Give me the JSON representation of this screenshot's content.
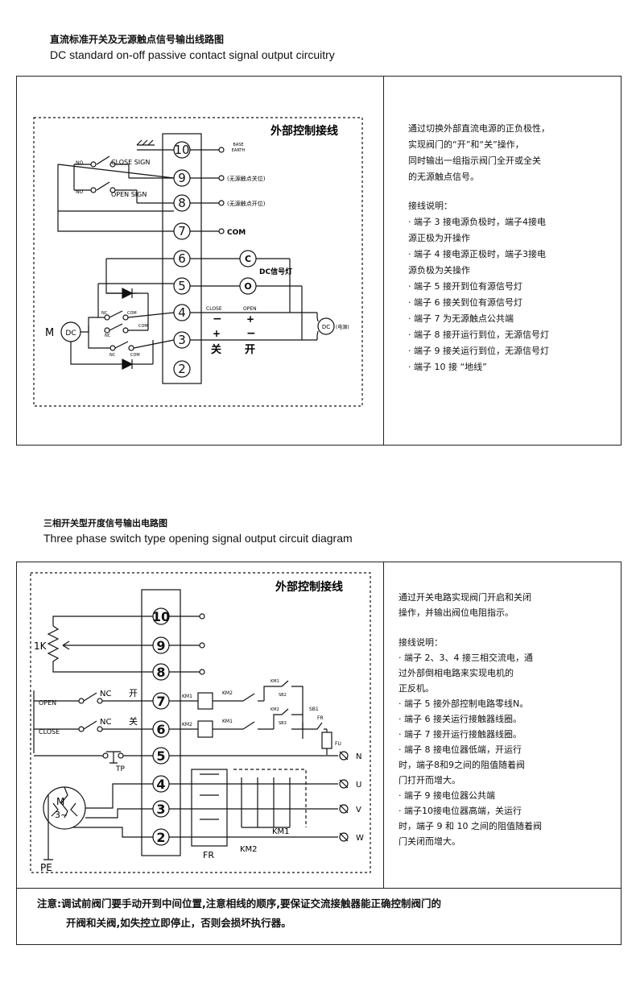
{
  "section1": {
    "title_cn": "直流标准开关及无源触点信号输出线路图",
    "title_en": "DC standard on-off passive contact signal output circuitry",
    "diagram": {
      "external_label": "外部控制接线",
      "terminals": [
        "10",
        "9",
        "8",
        "7",
        "6",
        "5",
        "4",
        "3",
        "2"
      ],
      "earth_label_top": "BASE",
      "earth_label_bottom": "EARTH",
      "close_sign": "CLOSE SIGN",
      "open_sign": "OPEN SIGN",
      "no1": "NO",
      "no2": "NO",
      "t9_note": "(无源触点关位)",
      "t8_note": "(无源触点开位)",
      "t7_note": "COM",
      "lamp_c": "C",
      "lamp_o": "O",
      "lamp_label": "DC信号灯",
      "close_label": "CLOSE",
      "open_label": "OPEN",
      "minus1": "−",
      "plus1": "+",
      "plus2": "+",
      "minus2": "−",
      "guan": "关",
      "kai": "开",
      "motor_m": "M",
      "motor_dc": "DC",
      "nc1": "NC",
      "com1": "COM",
      "nc2": "NC",
      "com2": "COM",
      "nc3": "NC",
      "com3": "COM",
      "power_dc": "DC",
      "power_label": "(电源)"
    },
    "notes": {
      "intro": [
        "通过切换外部直流电源的正负极性，",
        "实现阀门的“开”和“关”操作，",
        "同时输出一组指示阀门全开或全关",
        "的无源触点信号。"
      ],
      "heading": "接线说明：",
      "items": [
        "· 端子 3 接电源负极时，端子4接电",
        "  源正极为开操作",
        "· 端子 4 接电源正极时，端子3接电",
        "  源负极为关操作",
        "· 端子 5 接开到位有源信号灯",
        "· 端子 6 接关到位有源信号灯",
        "· 端子 7 为无源触点公共端",
        "· 端子 8 接开运行到位，无源信号灯",
        "· 端子 9 接关运行到位，无源信号灯",
        "· 端子 10 接 “地线”"
      ]
    }
  },
  "section2": {
    "title_cn": "三相开关型开度信号输出电路图",
    "title_en": "Three phase switch type opening signal output circuit diagram",
    "diagram": {
      "external_label": "外部控制接线",
      "terminals": [
        "10",
        "9",
        "8",
        "7",
        "6",
        "5",
        "4",
        "3",
        "2"
      ],
      "pot": "1K",
      "open": "OPEN",
      "close": "CLOSE",
      "nc1": "NC",
      "nc2": "NC",
      "kai": "开",
      "guan": "关",
      "tp": "TP",
      "km1": "KM1",
      "km2": "KM2",
      "km2b": "KM2",
      "km1b": "KM1",
      "km1c": "KM1",
      "sb2": "SB2",
      "km2c": "KM2",
      "sb3": "SB3",
      "sb1": "SB1",
      "fr": "FR",
      "fu": "FU",
      "n": "N",
      "u": "U",
      "v": "V",
      "w": "W",
      "phi": "Ø",
      "motor_m": "M",
      "motor_3": "3~",
      "fr_bottom": "FR",
      "km1_bottom": "KM1",
      "km2_bottom": "KM2",
      "pe": "PE"
    },
    "notes": {
      "intro": [
        "通过开关电路实现阀门开启和关闭",
        "操作，并输出阀位电阻指示。"
      ],
      "heading": "接线说明：",
      "items": [
        "· 端子 2、3、4 接三相交流电，通",
        "  过外部倒相电路来实现电机的",
        "  正反机。",
        "· 端子 5 接外部控制电路零线N。",
        "· 端子 6 接关运行接触器线圈。",
        "· 端子 7 接开运行接触器线圈。",
        "· 端子 8 接电位器低端，开运行",
        "  时，端子8和9之间的阻值随着阀",
        "  门打开而增大。",
        "· 端子 9 接电位器公共端",
        "· 端子10接电位器高端，关运行",
        "  时，端子 9 和 10 之间的阻值随着阀",
        "  门关闭而增大。"
      ]
    },
    "footer": [
      "注意:调试前阀门要手动开到中间位置,注意相线的顺序,要保证交流接触器能正确控制阀门的",
      "开阀和关阀,如失控立即停止，否则会损坏执行器。"
    ]
  }
}
